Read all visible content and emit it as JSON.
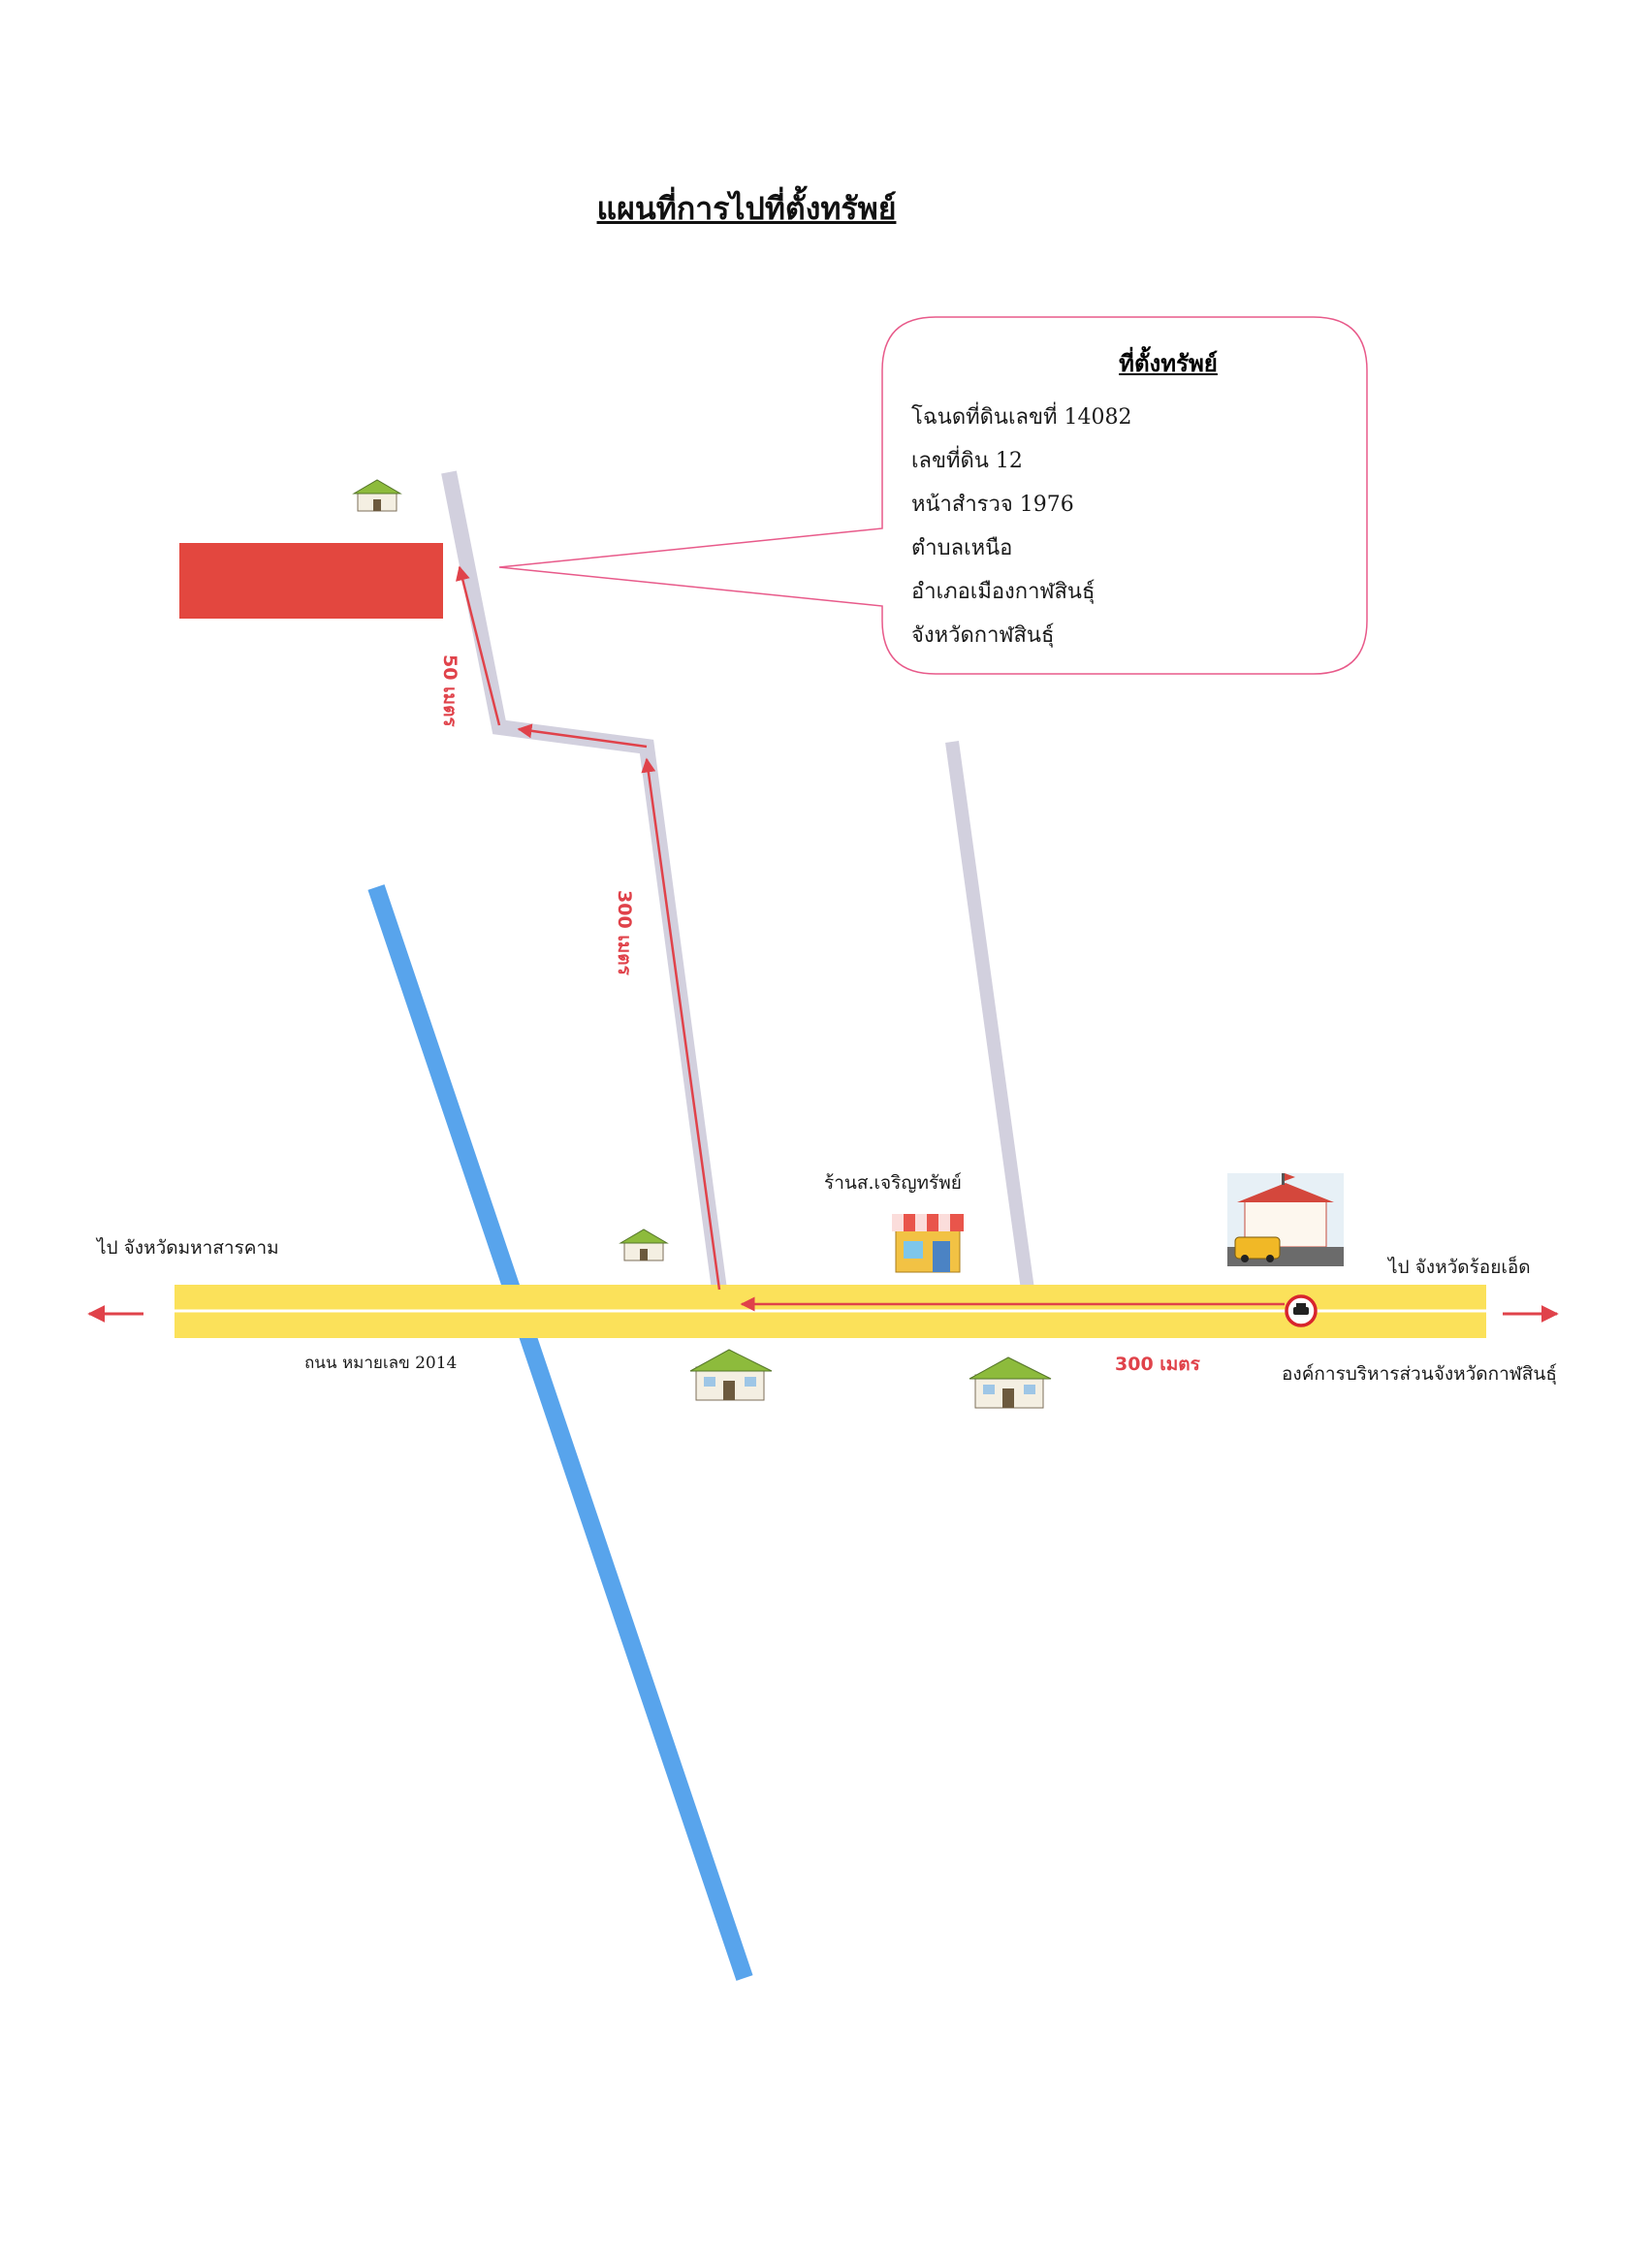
{
  "title": "แผนที่การไปที่ตั้งทรัพย์",
  "location_box": {
    "heading": "ที่ตั้งทรัพย์",
    "lines": [
      "โฉนดที่ดินเลขที่ 14082",
      "เลขที่ดิน 12",
      "หน้าสำรวจ 1976",
      "ตำบลเหนือ",
      "อำเภอเมืองกาฬสินธุ์",
      "จังหวัดกาฬสินธุ์"
    ]
  },
  "labels": {
    "to_west": "ไป จังหวัดมหาสารคาม",
    "to_east": "ไป จังหวัดร้อยเอ็ด",
    "road_name": "ถนน หมายเลข 2014",
    "shop": "ร้านส.เจริญทรัพย์",
    "office": "องค์การบริหารส่วนจังหวัดกาฬสินธุ์"
  },
  "distances": {
    "main_road": "300 เมตร",
    "side_road": "300 เมตร",
    "last_leg": "50 เมตร"
  },
  "colors": {
    "main_road": "#fbe15a",
    "side_road": "#d2d0de",
    "river": "#58a4ec",
    "route_arrow": "#e0424a",
    "property": "#e3473f"
  },
  "icons": [
    "house-icon",
    "shop-icon",
    "office-building-icon",
    "car-start-icon"
  ]
}
